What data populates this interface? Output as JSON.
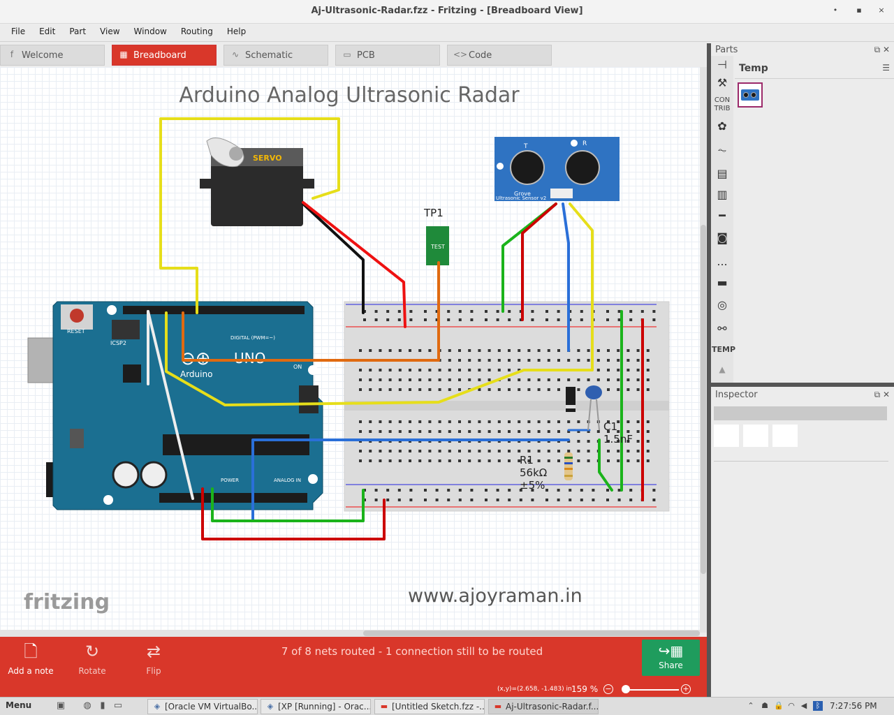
{
  "window": {
    "title": "Aj-Ultrasonic-Radar.fzz - Fritzing - [Breadboard View]",
    "controls": [
      "•",
      "▪",
      "×"
    ]
  },
  "menu": [
    "File",
    "Edit",
    "Part",
    "View",
    "Window",
    "Routing",
    "Help"
  ],
  "tabs": [
    {
      "label": "Welcome",
      "icon": "f"
    },
    {
      "label": "Breadboard",
      "icon": "▦"
    },
    {
      "label": "Schematic",
      "icon": "∿"
    },
    {
      "label": "PCB",
      "icon": "▭"
    },
    {
      "label": "Code",
      "icon": "<>"
    }
  ],
  "canvas": {
    "title": "Arduino Analog Ultrasonic Radar",
    "tp_label": "TP1",
    "tp_text": "TEST",
    "servo_text": "SERVO",
    "sensor_t": "T",
    "sensor_r": "R",
    "sensor_brand": "Grove",
    "sensor_name": "Ultrasonic Sensor v2",
    "arduino_reset": "RESET",
    "arduino_icsp": "ICSP2",
    "arduino_uno": "UNO",
    "arduino_brand": "Arduino",
    "arduino_digital": "DIGITAL (PWM=~)",
    "arduino_power": "POWER",
    "arduino_analog": "ANALOG IN",
    "arduino_on": "ON",
    "r1_name": "R1",
    "r1_value": "56kΩ",
    "r1_tol": "±5%",
    "c1_name": "C1",
    "c1_value": "1.5nF",
    "watermark": "fritzing",
    "website": "www.ajoyraman.in"
  },
  "toolbar": {
    "add_note": "Add a note",
    "rotate": "Rotate",
    "flip": "Flip",
    "status": "7 of 8 nets routed - 1 connection still to be routed",
    "share": "Share"
  },
  "statusbar": {
    "coords": "(x,y)=(2.658, -1.483) in",
    "zoom": "159 %"
  },
  "parts": {
    "header": "Parts",
    "bin_title": "Temp",
    "core_label_1": "CON",
    "core_label_2": "TRIB",
    "temp_label": "TEMP",
    "more": "..."
  },
  "inspector": {
    "header": "Inspector"
  },
  "taskbar": {
    "menu": "Menu",
    "windows": [
      "[Oracle VM VirtualBo...",
      "[XP [Running] - Orac...",
      "[Untitled Sketch.fzz -...",
      "Aj-Ultrasonic-Radar.f..."
    ],
    "clock": "7:27:56 PM"
  },
  "colors": {
    "accent": "#d9372a",
    "share": "#1f9c5d",
    "arduino": "#1b6f91",
    "sensor": "#2f73c2"
  }
}
